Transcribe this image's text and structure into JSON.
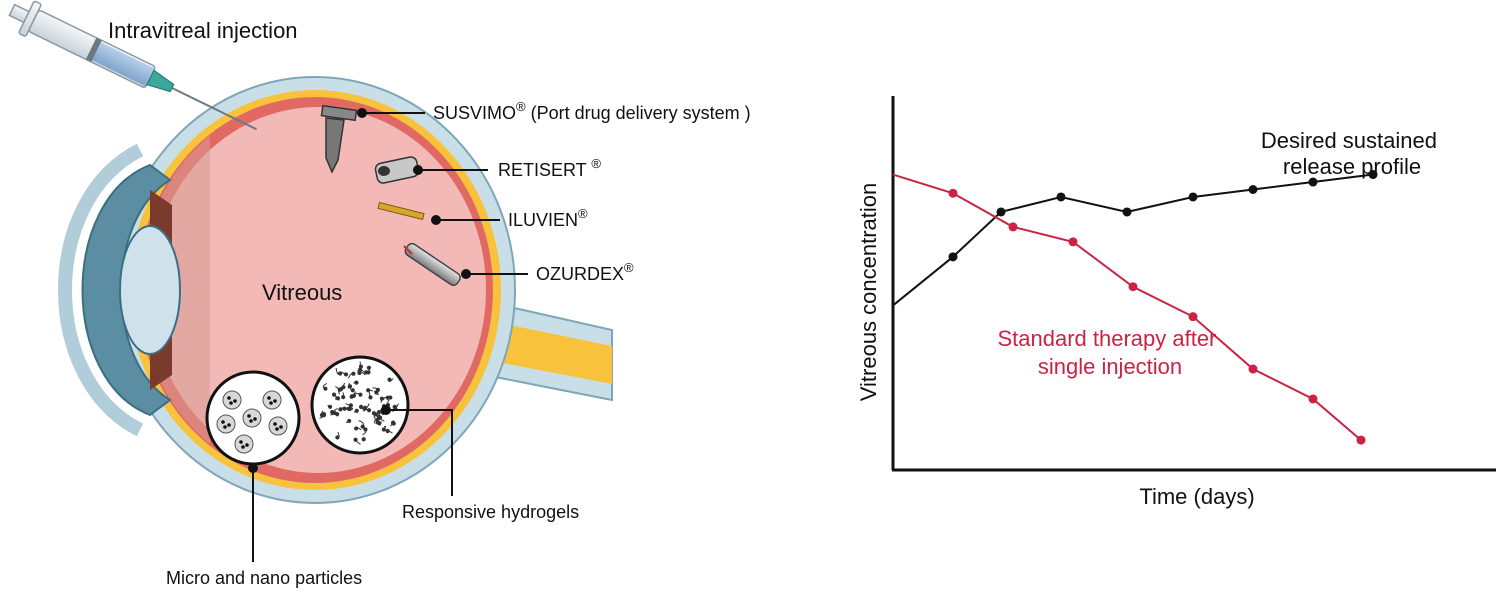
{
  "diagram": {
    "injection_label": "Intravitreal injection",
    "vitreous_label": "Vitreous",
    "callouts": [
      {
        "name": "SUSVIMO",
        "sup": "®",
        "suffix": " (Port drug delivery system )"
      },
      {
        "name": "RETISERT ",
        "sup": "®",
        "suffix": ""
      },
      {
        "name": "ILUVIEN",
        "sup": "®",
        "suffix": ""
      },
      {
        "name": "OZURDEX",
        "sup": "®",
        "suffix": ""
      }
    ],
    "hydrogels_label": "Responsive hydrogels",
    "particles_label": "Micro and nano particles",
    "colors": {
      "vitreous": "#f2b9b6",
      "retina": "#e06a63",
      "choroid_yellow": "#f9c23c",
      "sclera": "#c9dfe8",
      "lens": "#cfe2ec",
      "cornea_dark": "#5b8ea3"
    }
  },
  "chart_data": {
    "type": "line",
    "title": "",
    "xlabel": "Time (days)",
    "ylabel": "Vitreous concentration",
    "xlim": [
      0,
      10
    ],
    "ylim": [
      0,
      10
    ],
    "grid": false,
    "series": [
      {
        "name": "Desired sustained release profile",
        "name_lines": [
          "Desired sustained",
          "release profile"
        ],
        "color": "#111111",
        "x": [
          0,
          1.0,
          1.8,
          2.8,
          3.9,
          5.0,
          6.0,
          7.0,
          8.0
        ],
        "y": [
          4.4,
          5.7,
          6.9,
          7.3,
          6.9,
          7.3,
          7.5,
          7.7,
          7.9
        ],
        "markers_from_index": 1
      },
      {
        "name": "Standard therapy after single injection",
        "name_lines": [
          "Standard therapy after",
          "single injection"
        ],
        "color": "#cc2244",
        "x": [
          0,
          1.0,
          2.0,
          3.0,
          4.0,
          5.0,
          6.0,
          7.0,
          7.8
        ],
        "y": [
          7.9,
          7.4,
          6.5,
          6.1,
          4.9,
          4.1,
          2.7,
          1.9,
          0.8
        ],
        "markers_from_index": 1
      }
    ]
  }
}
